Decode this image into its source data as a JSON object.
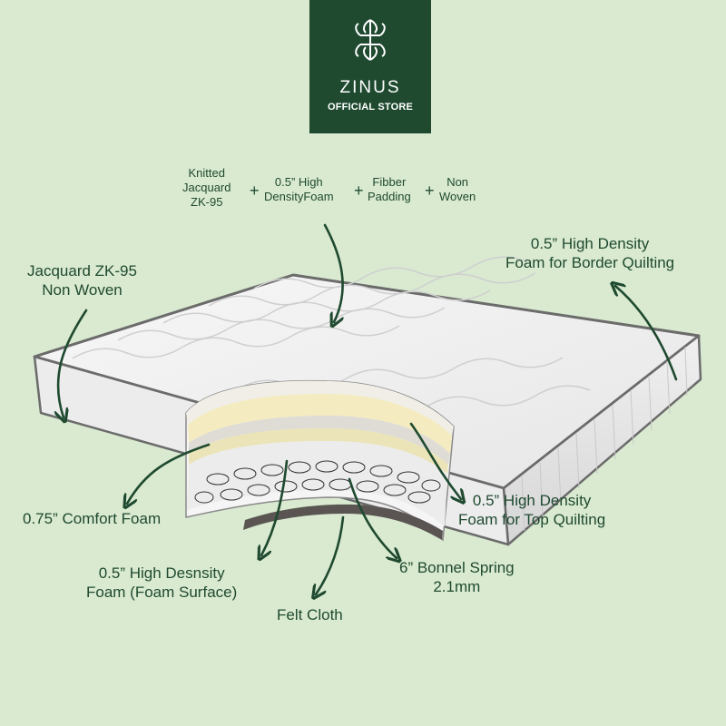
{
  "brand": {
    "name": "ZINUS",
    "subtitle": "OFFICIAL STORE",
    "icon": "leaf-monogram-icon"
  },
  "top_layers": {
    "items": [
      {
        "line1": "Knitted",
        "line2": "Jacquard",
        "line3": "ZK-95"
      },
      {
        "line1": "0.5” High",
        "line2": "DensityFoam"
      },
      {
        "line1": "Fibber",
        "line2": "Padding"
      },
      {
        "line1": "Non",
        "line2": "Woven"
      }
    ],
    "separator": "+"
  },
  "callouts": {
    "jacquard": {
      "line1": "Jacquard ZK-95",
      "line2": "Non Woven"
    },
    "border_quilting": {
      "line1": "0.5” High Density",
      "line2": "Foam for Border Quilting"
    },
    "comfort_foam": {
      "line1": "0.75” Comfort Foam"
    },
    "top_quilting": {
      "line1": "0.5” High Density",
      "line2": "Foam for Top Quilting"
    },
    "foam_surface": {
      "line1": "0.5” High Desnsity",
      "line2": "Foam (Foam Surface)"
    },
    "bonnel_spring": {
      "line1": "6” Bonnel Spring",
      "line2": "2.1mm"
    },
    "felt_cloth": {
      "line1": "Felt Cloth"
    }
  },
  "colors": {
    "background": "#d9ead0",
    "brand_green": "#1f4a30",
    "mattress_fabric": "#f2f2f2",
    "piping": "#6b6b6b",
    "foam_yellow": "#f4ecc0",
    "felt": "#5a5552"
  }
}
